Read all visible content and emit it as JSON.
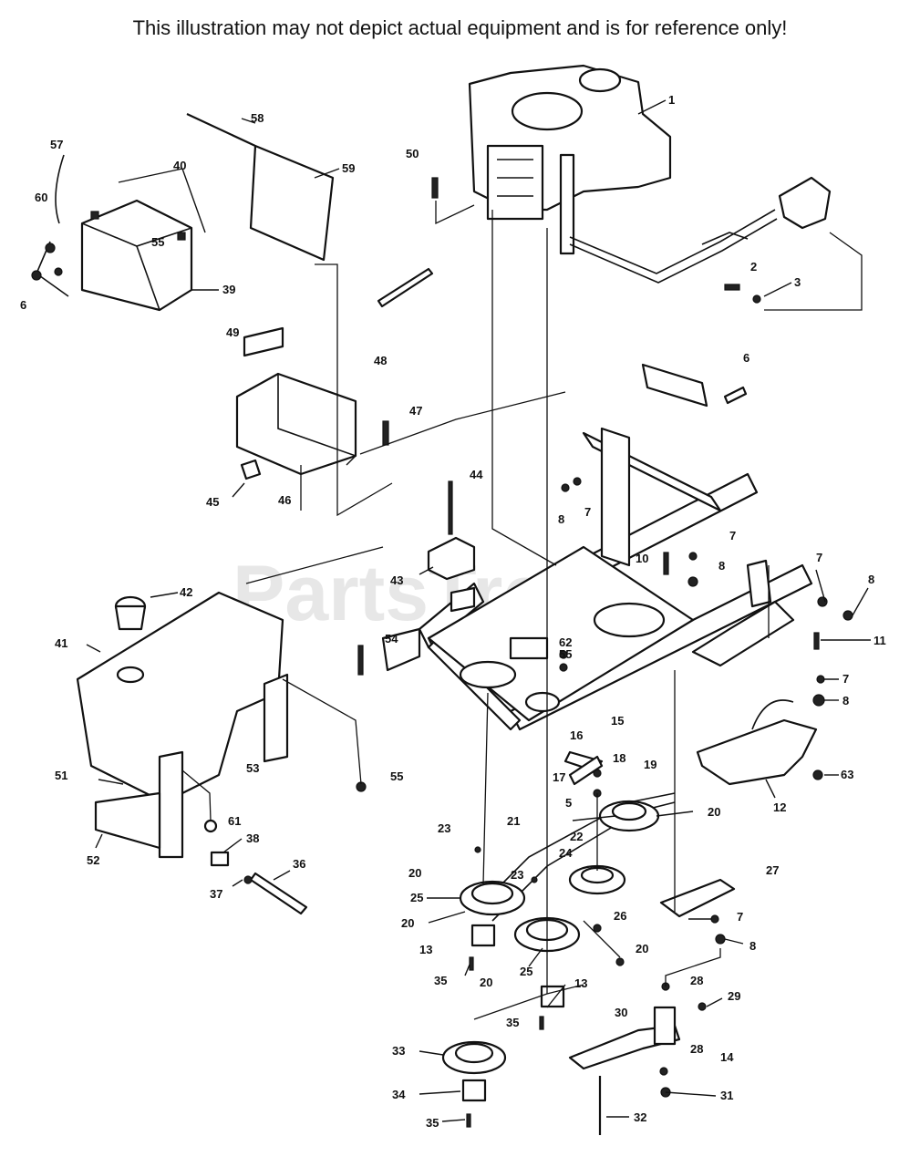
{
  "disclaimer": "This illustration may not depict actual equipment and is for reference only!",
  "watermark": "PartsTree",
  "callouts": [
    {
      "label": "1"
    },
    {
      "label": "2"
    },
    {
      "label": "3"
    },
    {
      "label": "6"
    },
    {
      "label": "8"
    },
    {
      "label": "7"
    },
    {
      "label": "7"
    },
    {
      "label": "8"
    },
    {
      "label": "10"
    },
    {
      "label": "7"
    },
    {
      "label": "8"
    },
    {
      "label": "11"
    },
    {
      "label": "7"
    },
    {
      "label": "8"
    },
    {
      "label": "63"
    },
    {
      "label": "12"
    },
    {
      "label": "62"
    },
    {
      "label": "55"
    },
    {
      "label": "15"
    },
    {
      "label": "16"
    },
    {
      "label": "17"
    },
    {
      "label": "18"
    },
    {
      "label": "5"
    },
    {
      "label": "19"
    },
    {
      "label": "20"
    },
    {
      "label": "21"
    },
    {
      "label": "22"
    },
    {
      "label": "23"
    },
    {
      "label": "24"
    },
    {
      "label": "20"
    },
    {
      "label": "25"
    },
    {
      "label": "23"
    },
    {
      "label": "20"
    },
    {
      "label": "26"
    },
    {
      "label": "27"
    },
    {
      "label": "7"
    },
    {
      "label": "8"
    },
    {
      "label": "20"
    },
    {
      "label": "25"
    },
    {
      "label": "13"
    },
    {
      "label": "35"
    },
    {
      "label": "20"
    },
    {
      "label": "13"
    },
    {
      "label": "35"
    },
    {
      "label": "28"
    },
    {
      "label": "29"
    },
    {
      "label": "30"
    },
    {
      "label": "28"
    },
    {
      "label": "14"
    },
    {
      "label": "31"
    },
    {
      "label": "33"
    },
    {
      "label": "34"
    },
    {
      "label": "35"
    },
    {
      "label": "32"
    },
    {
      "label": "50"
    },
    {
      "label": "58"
    },
    {
      "label": "59"
    },
    {
      "label": "57"
    },
    {
      "label": "40"
    },
    {
      "label": "60"
    },
    {
      "label": "55"
    },
    {
      "label": "39"
    },
    {
      "label": "6"
    },
    {
      "label": "49"
    },
    {
      "label": "48"
    },
    {
      "label": "47"
    },
    {
      "label": "45"
    },
    {
      "label": "46"
    },
    {
      "label": "44"
    },
    {
      "label": "43"
    },
    {
      "label": "42"
    },
    {
      "label": "41"
    },
    {
      "label": "54"
    },
    {
      "label": "53"
    },
    {
      "label": "55"
    },
    {
      "label": "51"
    },
    {
      "label": "52"
    },
    {
      "label": "61"
    },
    {
      "label": "38"
    },
    {
      "label": "36"
    },
    {
      "label": "37"
    }
  ]
}
